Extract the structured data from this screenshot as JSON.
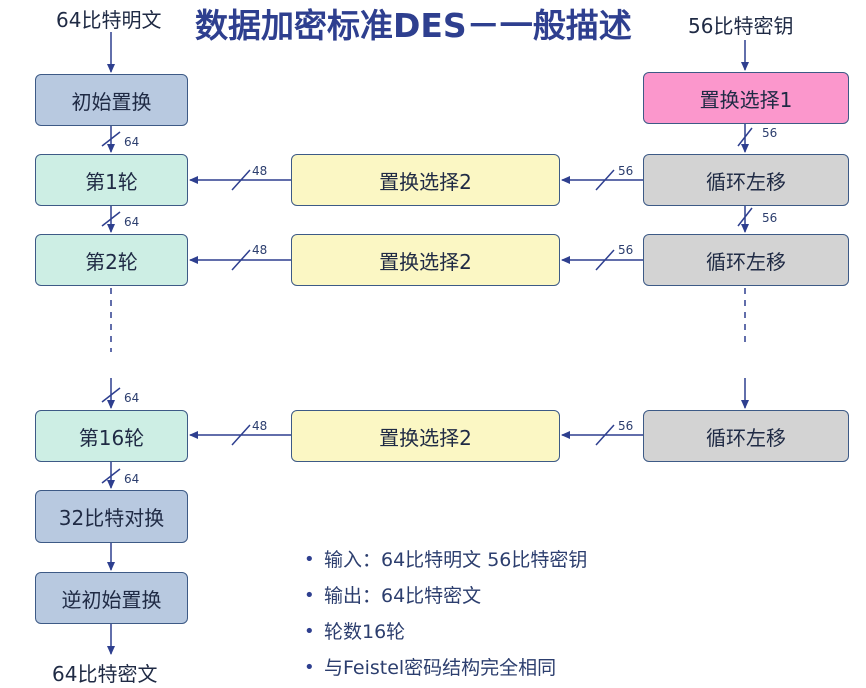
{
  "title": "数据加密标准DES－一般描述",
  "inputs": {
    "plaintext": "64比特明文",
    "key": "56比特密钥"
  },
  "output": "64比特密文",
  "left_column": {
    "initial_permutation": "初始置换",
    "round1": "第1轮",
    "round2": "第2轮",
    "round16": "第16轮",
    "swap": "32比特对换",
    "inverse_permutation": "逆初始置换"
  },
  "middle_column": {
    "pc2": "置换选择2"
  },
  "right_column": {
    "pc1": "置换选择1",
    "shift": "循环左移"
  },
  "bit_labels": {
    "b64": "64",
    "b56": "56",
    "b48": "48"
  },
  "bullets": [
    "输入：64比特明文 56比特密钥",
    "输出：64比特密文",
    "轮数16轮",
    "与Feistel密码结构完全相同"
  ],
  "colors": {
    "title": "#2e3f8f",
    "box_blue": "#b8c9e0",
    "box_mint": "#cdeee4",
    "box_yellow": "#fbf7c4",
    "box_gray": "#d3d3d3",
    "box_pink": "#fb97cc",
    "arrow": "#2e3f8f"
  }
}
